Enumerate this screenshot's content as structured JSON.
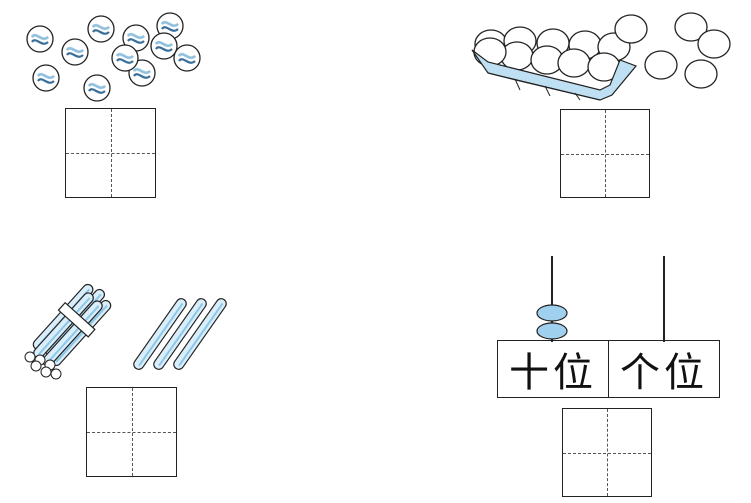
{
  "place_value_chart": {
    "tens_label": "十位",
    "ones_label": "个位",
    "tens_beads": 2,
    "ones_beads": 0
  },
  "groups": [
    {
      "item": "marbles",
      "count": 11
    },
    {
      "item": "eggs",
      "count": 14
    },
    {
      "item": "sticks",
      "count": 13
    },
    {
      "item": "abacus",
      "count": 20
    }
  ],
  "colors": {
    "ink": "#222222",
    "accent": "#a9d4ec",
    "bead": "#9fd0ee"
  }
}
